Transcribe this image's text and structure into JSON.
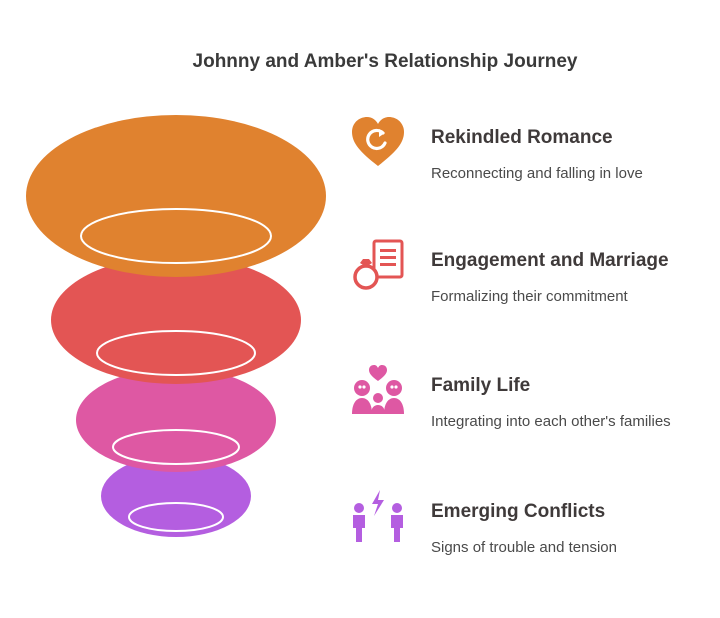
{
  "title": "Johnny and Amber's Relationship Journey",
  "stages": [
    {
      "label": "Rekindled Romance",
      "description": "Reconnecting and falling in love",
      "icon": "heart-rekindle-icon",
      "color": "#e0822f"
    },
    {
      "label": "Engagement and Marriage",
      "description": "Formalizing their commitment",
      "icon": "ring-contract-icon",
      "color": "#e35554"
    },
    {
      "label": "Family Life",
      "description": "Integrating into each other's families",
      "icon": "family-heart-icon",
      "color": "#de58a3"
    },
    {
      "label": "Emerging Conflicts",
      "description": "Signs of trouble and tension",
      "icon": "people-conflict-icon",
      "color": "#b45ee0"
    }
  ]
}
